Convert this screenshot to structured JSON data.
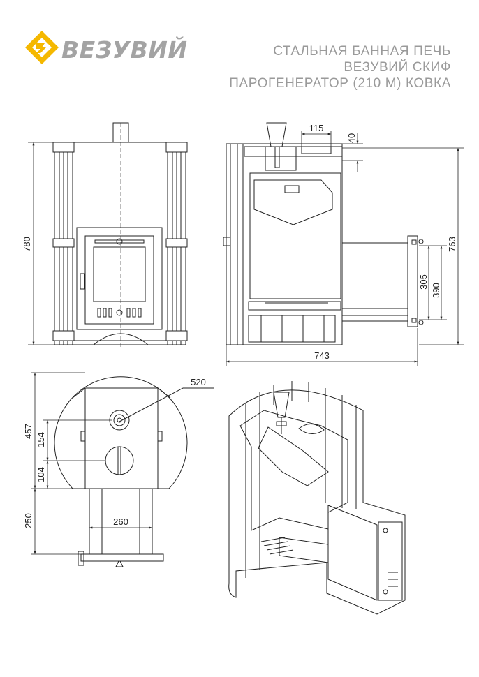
{
  "brand": {
    "name": "ВЕЗУВИЙ",
    "accent_color": "#f5b800",
    "text_color": "#a3a3a3",
    "icon": "vezuviy-logo-icon"
  },
  "title": {
    "line1": "СТАЛЬНАЯ БАННАЯ ПЕЧЬ",
    "line2": "ВЕЗУВИЙ СКИФ",
    "line3": "ПАРОГЕНЕРАТОР (210 М) КОВКА"
  },
  "dimensions": {
    "front_height": "780",
    "side_top_width": "115",
    "side_top_height": "40",
    "side_total_height": "763",
    "side_mid_height": "305",
    "side_lower_height": "390",
    "side_total_depth": "743",
    "top_radius": "520",
    "top_depth": "457",
    "top_upper_offset": "154",
    "top_lower_offset": "104",
    "top_tunnel_length": "250",
    "top_tunnel_width": "260"
  }
}
